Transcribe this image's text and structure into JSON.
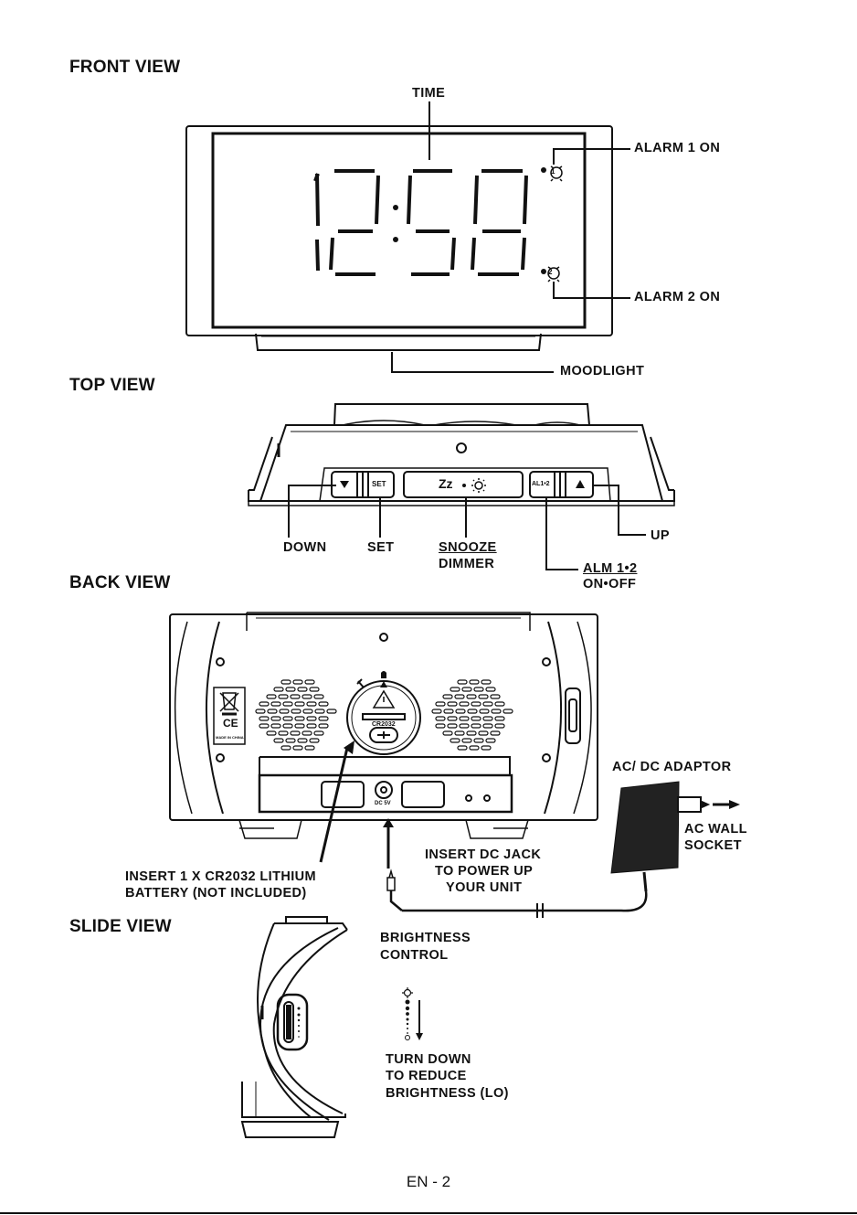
{
  "sections": {
    "front": "FRONT VIEW",
    "top": "TOP VIEW",
    "back": "BACK VIEW",
    "slide": "SLIDE VIEW"
  },
  "front_view": {
    "display": "12:58",
    "time_label": "TIME",
    "alarm1_label": "ALARM 1 ON",
    "alarm2_label": "ALARM 2 ON",
    "moodlight_label": "MOODLIGHT",
    "alarm1_digit": "1",
    "alarm2_digit": "2"
  },
  "top_view": {
    "down_label": "DOWN",
    "set_label": "SET",
    "snooze_label": "SNOOZE",
    "dimmer_label": "DIMMER",
    "alm_label": "ALM 1•2",
    "onoff_label": "ON•OFF",
    "up_label": "UP",
    "btn_set": "SET",
    "btn_snooze": "Zz",
    "btn_alm": "AL1•2"
  },
  "back_view": {
    "battery_line1": "INSERT 1 X CR2032 LITHIUM",
    "battery_line2": "BATTERY (NOT INCLUDED)",
    "dc_line1": "INSERT DC JACK",
    "dc_line2": "TO POWER UP",
    "dc_line3": "YOUR UNIT",
    "adaptor_label": "AC/ DC ADAPTOR",
    "socket_line1": "AC WALL",
    "socket_line2": "SOCKET",
    "battery_type": "CR2032",
    "dc_rating": "DC 5V",
    "made_in": "MADE IN CHINA",
    "ce": "CE"
  },
  "slide_view": {
    "brightness_line1": "BRIGHTNESS",
    "brightness_line2": "CONTROL",
    "turn_line1": "TURN DOWN",
    "turn_line2": "TO REDUCE",
    "turn_line3": "BRIGHTNESS (LO)"
  },
  "footer": "EN - 2"
}
